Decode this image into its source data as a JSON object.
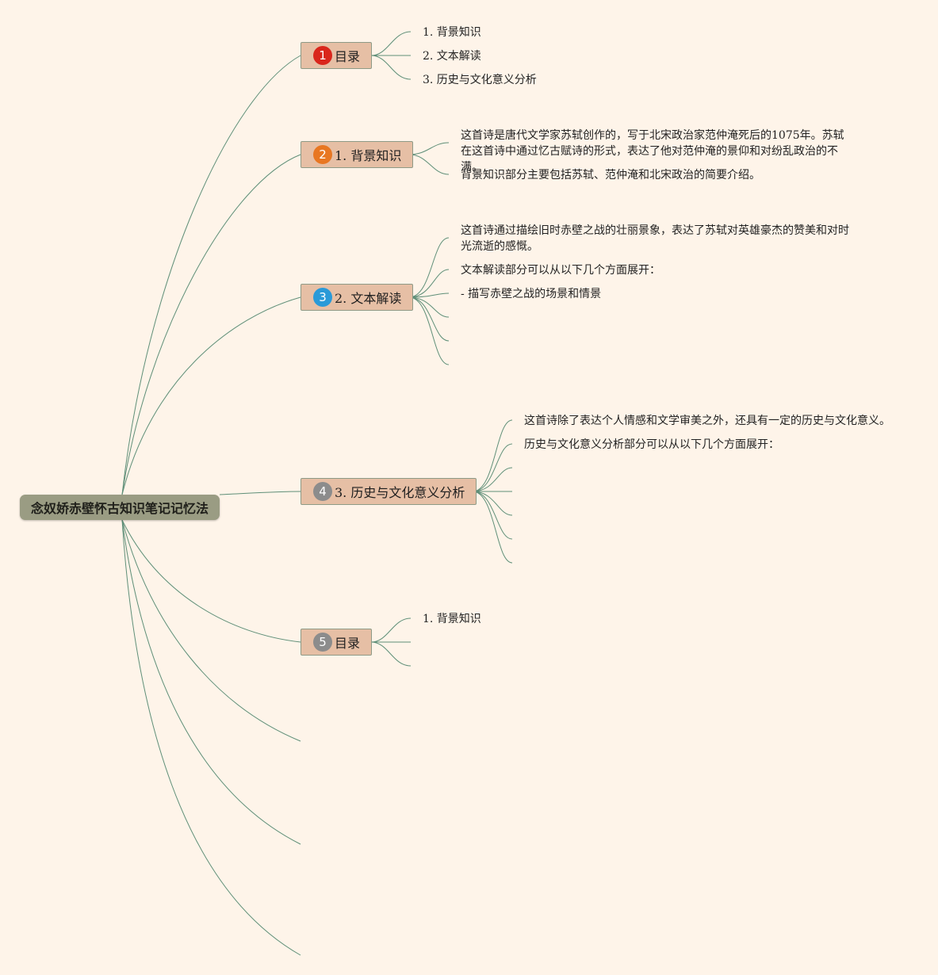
{
  "root": {
    "title": "念奴娇赤壁怀古知识笔记记忆法"
  },
  "colors": {
    "background": "#fef4e9",
    "root_fill": "#9a9c83",
    "branch_fill": "#e6bfa5",
    "connector": "#5f8f78",
    "badge_1": "#d9261c",
    "badge_2": "#e87722",
    "badge_3": "#2a9ad8",
    "badge_4": "#8c8c8c",
    "badge_5": "#8c8c8c"
  },
  "branches": [
    {
      "badge": "1",
      "label": "目录",
      "leaves": [
        "1. 背景知识",
        "2. 文本解读",
        "3. 历史与文化意义分析"
      ]
    },
    {
      "badge": "2",
      "label": "1. 背景知识",
      "leaves": [
        "这首诗是唐代文学家苏轼创作的，写于北宋政治家范仲淹死后的1075年。苏轼在这首诗中通过忆古赋诗的形式，表达了他对范仲淹的景仰和对纷乱政治的不满。",
        "背景知识部分主要包括苏轼、范仲淹和北宋政治的简要介绍。"
      ]
    },
    {
      "badge": "3",
      "label": "2. 文本解读",
      "leaves": [
        "这首诗通过描绘旧时赤壁之战的壮丽景象，表达了苏轼对英雄豪杰的赞美和对时光流逝的感慨。",
        "文本解读部分可以从以下几个方面展开：",
        "- 描写赤壁之战的场景和情景"
      ]
    },
    {
      "badge": "4",
      "label": "3. 历史与文化意义分析",
      "leaves": [
        "这首诗除了表达个人情感和文学审美之外，还具有一定的历史与文化意义。",
        "历史与文化意义分析部分可以从以下几个方面展开："
      ]
    },
    {
      "badge": "5",
      "label": "目录",
      "leaves": [
        "1. 背景知识"
      ]
    }
  ]
}
